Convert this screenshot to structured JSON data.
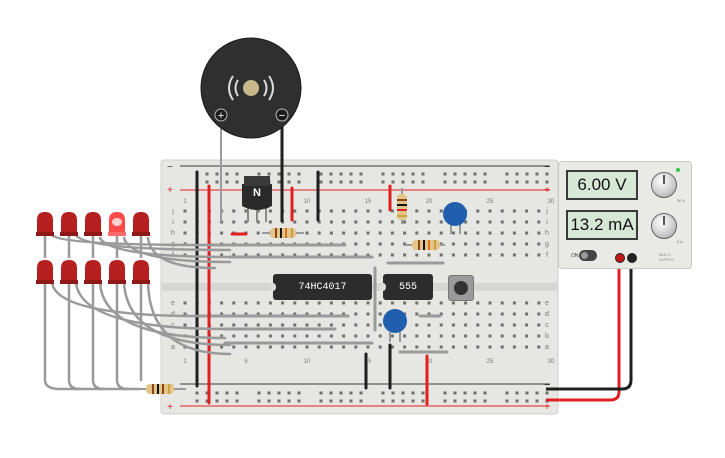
{
  "psu": {
    "voltage_display": "6.00 V",
    "current_display": "13.2 mA",
    "on_label": "ON",
    "knob_voltage_label": "30 V",
    "knob_current_label": "5 A",
    "brand_label": "MULTI SUPPLY"
  },
  "chips": {
    "counter_label": "74HC4017",
    "timer_label": "555"
  },
  "transistor": {
    "type_label": "N"
  },
  "buzzer": {
    "plus_label": "+",
    "minus_label": "−"
  },
  "breadboard": {
    "rail_plus": "+",
    "rail_minus": "−",
    "col_labels": [
      "1",
      "",
      "",
      "",
      "",
      "5",
      "",
      "",
      "",
      "",
      "10",
      "",
      "",
      "",
      "",
      "15",
      "",
      "",
      "",
      "",
      "20",
      "",
      "",
      "",
      "",
      "25",
      "",
      "",
      "",
      "",
      "30"
    ],
    "row_labels_top": [
      "j",
      "i",
      "h",
      "g",
      "f"
    ],
    "row_labels_bottom": [
      "e",
      "d",
      "c",
      "b",
      "a"
    ]
  },
  "colors": {
    "wire_red": "#e02020",
    "wire_black": "#1f1f1f",
    "board": "#e6e6e3",
    "led_red": "#b51f1f",
    "led_lit": "#ff4a4a",
    "capacitor_blue": "#1f5fae",
    "display_bg": "#d7e7d6"
  },
  "leds": {
    "count": 10,
    "lit_index": 3
  }
}
